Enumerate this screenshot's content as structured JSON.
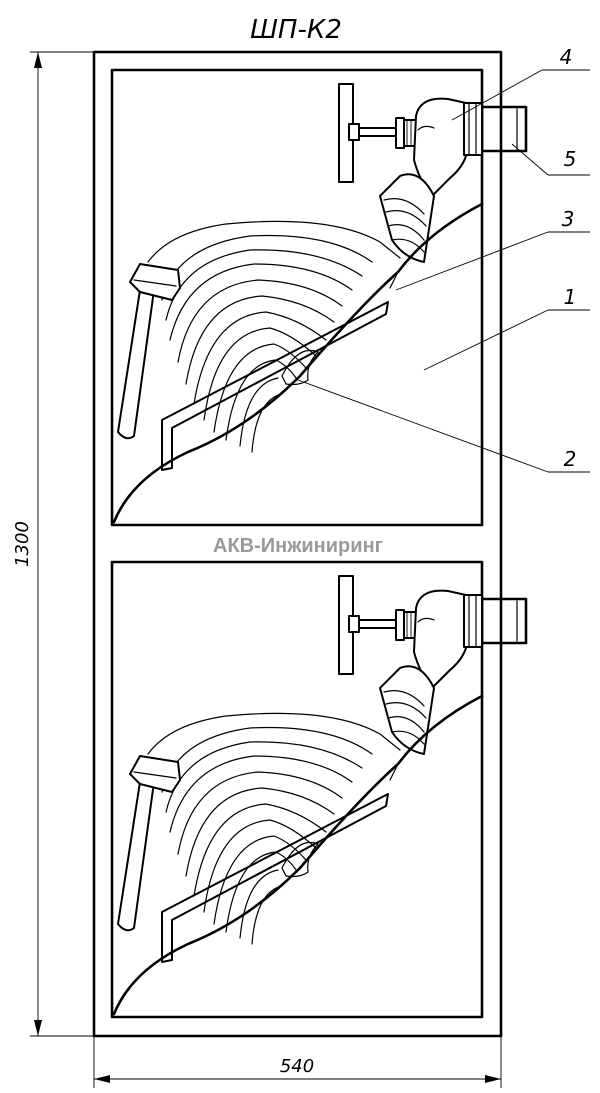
{
  "title": "ШП-К2",
  "dimensions": {
    "height_label": "1300",
    "width_label": "540"
  },
  "callouts": {
    "c1": "1",
    "c2": "2",
    "c3": "3",
    "c4": "4",
    "c5": "5"
  },
  "watermark": "АКВ-Инжиниринг"
}
